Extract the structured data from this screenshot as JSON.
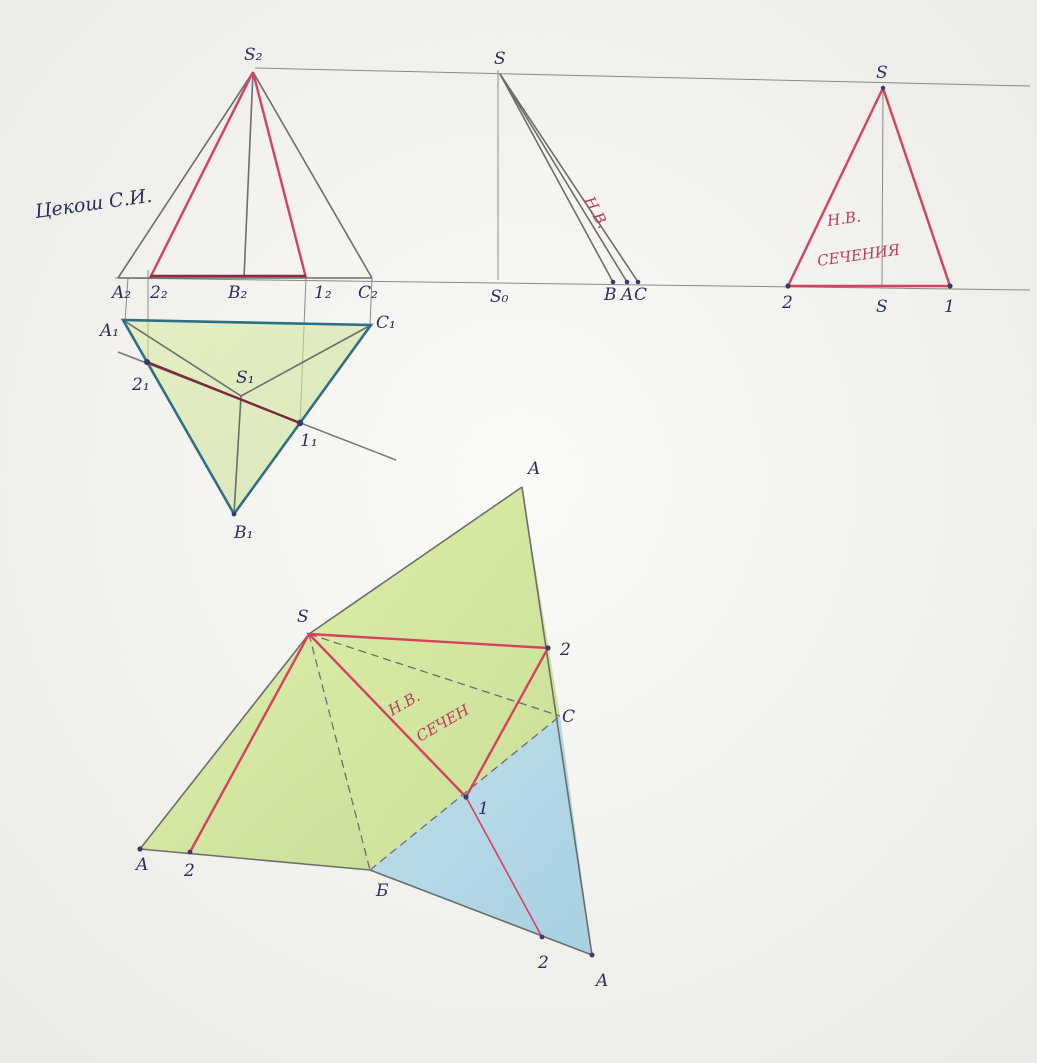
{
  "author": "Цекош С.И.",
  "front_view": {
    "apex": "S₂",
    "base_points": [
      "A₂",
      "2₂",
      "B₂",
      "1₂",
      "C₂"
    ]
  },
  "profile_view": {
    "apex": "S",
    "base_points": [
      "S₀",
      "B",
      "A",
      "C"
    ],
    "true_length_note": "Н.В."
  },
  "top_view": {
    "points": [
      "A₁",
      "C₁",
      "S₁",
      "2₁",
      "1₁",
      "B₁"
    ]
  },
  "section_true_shape": {
    "apex": "S",
    "base_points": [
      "2",
      "S",
      "1"
    ],
    "caption_line1": "Н.В.",
    "caption_line2": "СЕЧЕНИЯ"
  },
  "development": {
    "points": [
      "A",
      "S",
      "2",
      "C",
      "1",
      "A",
      "2",
      "Б",
      "2",
      "A"
    ],
    "caption_line1": "Н.В.",
    "caption_line2": "СЕЧЕН"
  },
  "colors": {
    "section_red": "#d8405f",
    "base_blue": "#2f6f86",
    "fill_green": "#cfe39a",
    "fill_blue": "#a9d3e4",
    "label_ink": "#2a2f5a"
  }
}
